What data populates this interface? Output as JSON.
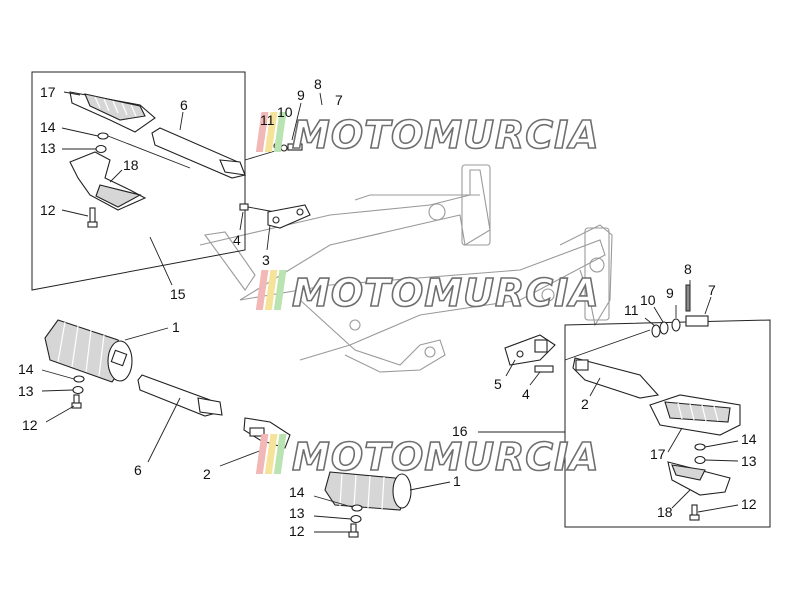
{
  "callouts": {
    "tl_17": "17",
    "tl_6": "6",
    "tl_14": "14",
    "tl_13": "13",
    "tl_18": "18",
    "tl_12": "12",
    "tl_15": "15",
    "top_9": "9",
    "top_8": "8",
    "top_7": "7",
    "top_10": "10",
    "top_11": "11",
    "mid_4": "4",
    "mid_3": "3",
    "l_1": "1",
    "l_14": "14",
    "l_13": "13",
    "l_12": "12",
    "l_6": "6",
    "l_2": "2",
    "c_1": "1",
    "c_14": "14",
    "c_13": "13",
    "c_12": "12",
    "c_16": "16",
    "r_8": "8",
    "r_11": "11",
    "r_10": "10",
    "r_9": "9",
    "r_7": "7",
    "r_5": "5",
    "r_4": "4",
    "r_2": "2",
    "r_17": "17",
    "r_14": "14",
    "r_13": "13",
    "r_18": "18",
    "r_12": "12"
  },
  "watermarks": [
    {
      "text": "MOTOMURCIA"
    },
    {
      "text": "MOTOMURCIA"
    },
    {
      "text": "MOTOMURCIA"
    }
  ],
  "colors": {
    "logo_bar_1": "#f2b7b7",
    "logo_bar_2": "#f6e39a",
    "logo_bar_3": "#b9e3b0",
    "watermark_outline": "#6f6f6f",
    "line": "#222222"
  }
}
